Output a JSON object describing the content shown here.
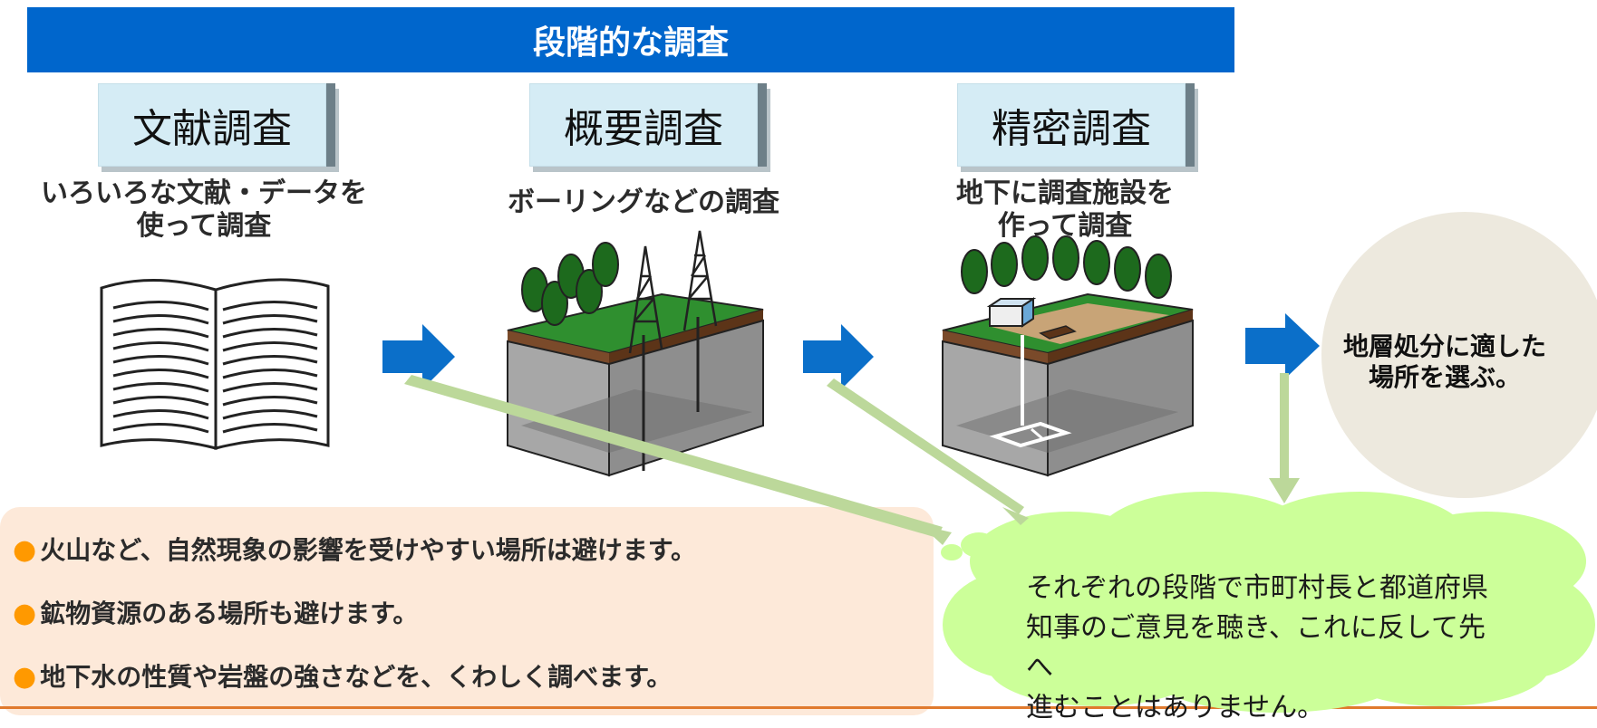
{
  "header": {
    "title": "段階的な調査"
  },
  "stages": [
    {
      "title": "文献調査",
      "desc_lines": [
        "いろいろな文献・データを",
        "使って調査"
      ]
    },
    {
      "title": "概要調査",
      "desc_lines": [
        "ボーリングなどの調査"
      ]
    },
    {
      "title": "精密調査",
      "desc_lines": [
        "地下に調査施設を",
        "作って調査"
      ]
    }
  ],
  "result": {
    "lines": [
      "地層処分に適した",
      "場所を選ぶ。"
    ]
  },
  "notes": [
    "火山など、自然現象の影響を受けやすい場所は避けます。",
    "鉱物資源のある場所も避けます。",
    "地下水の性質や岩盤の強さなどを、くわしく調べます。"
  ],
  "cloud": {
    "lines": [
      "それぞれの段階で市町村長と都道府県",
      "知事のご意見を聴き、これに反して先へ",
      "進むことはありません。"
    ]
  },
  "colors": {
    "header_bg": "#0066cc",
    "stage_box": "#d5ecf5",
    "arrow": "#0b6fc9",
    "connector": "#bcd89a",
    "note_bg": "#fde9d9",
    "bullet": "#ff9900",
    "cloud": "#ccff99",
    "result_circle": "#ede9de",
    "divider": "#e07a2e"
  },
  "icons": [
    "open-book-icon",
    "boring-tower-icon",
    "underground-facility-icon",
    "right-arrow-icon"
  ]
}
